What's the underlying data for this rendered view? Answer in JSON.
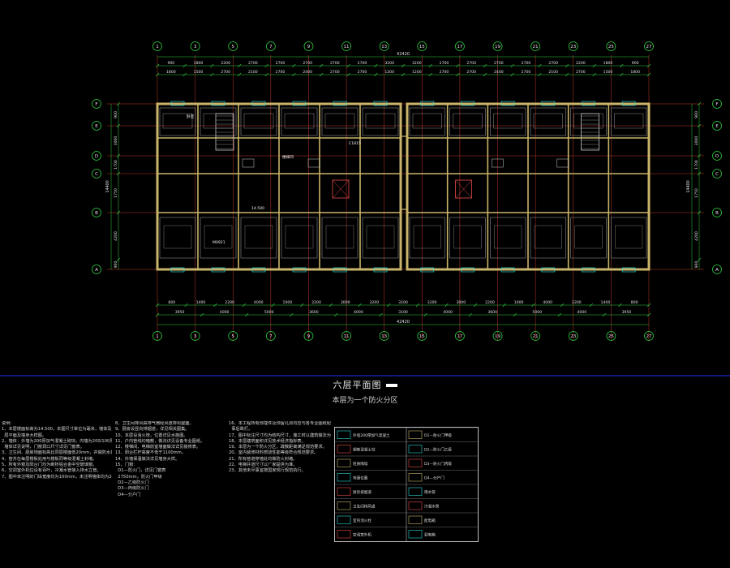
{
  "drawing": {
    "title": "六层平面图",
    "subtitle": "本层为一个防火分区",
    "total_dimension_top": "42420",
    "total_dimension_bottom": "42420",
    "grid_top": [
      "1",
      "3",
      "5",
      "7",
      "9",
      "11",
      "13",
      "15",
      "17",
      "19",
      "21",
      "23",
      "25",
      "27"
    ],
    "grid_bottom": [
      "1",
      "3",
      "5",
      "7",
      "9",
      "11",
      "13",
      "15",
      "17",
      "19",
      "21",
      "23",
      "25",
      "27"
    ],
    "grid_left": [
      "F",
      "E",
      "D",
      "C",
      "B",
      "A"
    ],
    "grid_right": [
      "F",
      "E",
      "D",
      "C",
      "B",
      "A"
    ],
    "dims_top_row1": [
      "900",
      "1800",
      "2200",
      "2700",
      "2700",
      "2700",
      "2700",
      "2700",
      "3200",
      "3200",
      "2700",
      "2700",
      "2700",
      "2700",
      "2700",
      "2200",
      "1800",
      "900"
    ],
    "dims_top_row2": [
      "1800",
      "1500",
      "2700",
      "2100",
      "2700",
      "2400",
      "2700",
      "2700",
      "1200",
      "1200",
      "2700",
      "2700",
      "2400",
      "2700",
      "2100",
      "2700",
      "1500",
      "1800"
    ],
    "dims_bottom_row1": [
      "800",
      "1400",
      "2200",
      "4000",
      "1000",
      "2200",
      "3000",
      "3200",
      "3100",
      "3200",
      "3000",
      "2200",
      "1000",
      "4000",
      "2200",
      "1400",
      "800"
    ],
    "dims_bottom_row2": [
      "3950",
      "4000",
      "5000",
      "3600",
      "4000",
      "3100",
      "4000",
      "3600",
      "5000",
      "4000",
      "3950"
    ],
    "dims_left": [
      "900",
      "3000",
      "1700",
      "1750",
      "4200",
      "900"
    ],
    "dims_right": [
      "900",
      "3000",
      "1700",
      "1750",
      "4200",
      "900"
    ],
    "left_total": "14400",
    "right_total": "14400",
    "colors": {
      "grid_line": "#c0392b",
      "axis_circle": "#2ecc40",
      "wall": "#c9b46a",
      "room": "#8a8a8a",
      "dim": "#2ecc40",
      "text": "#e0e0e0",
      "separator": "#1c25c6"
    }
  },
  "notes": {
    "col1": "说明：\n1、本层楼面标高为14.500，本图尺寸单位为毫米，墙体及门窗尺寸详见各\n  层平面及墙身大样图。\n2、墙体：外墙为200厚加气混凝土砌块，内墙为200/100厚轻质隔墙，厨卫\n  墙体详见说明，门窗洞口尺寸详见门窗表。\n3、卫生间、厨房地面标高比同层楼面低20mm，并做防水处理。\n4、管井在每层楼板处用与楼板同等级混凝土封堵。\n5、所有外窗及阳台门均为断桥铝合金中空玻璃窗。\n6、空调室外机位设有百叶，冷凝水管接入排水立管。\n7、图中未注明的门垛宽度均为100mm，未注明墙体均为200mm。",
    "col2": "8、卫生间排风由排气扇经风道排出屋面。\n9、厨房设竖向排烟道，详见相关图集。\n10、本层设消火栓，位置详见水施图。\n11、户内管线均暗敷，做法详见设备专业图纸。\n12、楼梯间、电梯前室墙面做法详见装修表。\n13、阳台栏杆高度不低于1100mm。\n14、外墙保温做法详见墙身大样。\n15、门窗：\n  D1—防火门，详见门窗表\n  2750mm，防火门甲级\n  D2—乙级防火门\n  D3—丙级防火门\n  D4—分户门",
    "col3": "16、本工程所有预埋件及预留孔洞均应与各专业图纸配合施工，不得\n  事后凿打。\n17、图中标注尺寸均为结构尺寸，施工时以建筑做法为准。\n18、本层建筑面积详见技术经济指标表。\n19、本层为一个防火分区，疏散距离满足规范要求。\n20、室内装修材料燃烧性能等级符合规范要求。\n21、所有管道穿墙处均做防火封堵。\n22、电梯井道尺寸以厂家提供为准。\n23、其他未尽事宜按国家现行规范执行。"
  },
  "legend": {
    "items": [
      {
        "symbol": "200厚加气混凝土砌块墙",
        "desc": "外墙200厚加气混凝土"
      },
      {
        "symbol": "200×200混凝土柱",
        "desc": "钢筋混凝土柱"
      },
      {
        "symbol": "100/200隔墙",
        "desc": "轻质隔墙"
      },
      {
        "symbol": "地漏",
        "desc": "地漏位置"
      },
      {
        "symbol": "排烟道",
        "desc": "厨房排烟道"
      },
      {
        "symbol": "风道",
        "desc": "卫生间排风道"
      },
      {
        "symbol": "消火栓",
        "desc": "室内消火栓"
      },
      {
        "symbol": "空调",
        "desc": "空调室外机"
      },
      {
        "symbol": "D1",
        "desc": "D1—防火门甲级"
      },
      {
        "symbol": "D2",
        "desc": "D2—防火门乙级"
      },
      {
        "symbol": "D3",
        "desc": "D3—防火门丙级"
      },
      {
        "symbol": "D4",
        "desc": "D4—分户门"
      },
      {
        "symbol": "雨水管",
        "desc": "雨水管"
      },
      {
        "symbol": "冷凝水管",
        "desc": "冷凝水管"
      },
      {
        "symbol": "配电箱",
        "desc": "配电箱"
      },
      {
        "symbol": "弱电箱",
        "desc": "弱电箱"
      }
    ]
  },
  "labels": {
    "upper_left_unit": "卧室",
    "elevation": "14.500",
    "window_code": "C1815",
    "door_code": "M0921",
    "stair": "楼梯间"
  }
}
